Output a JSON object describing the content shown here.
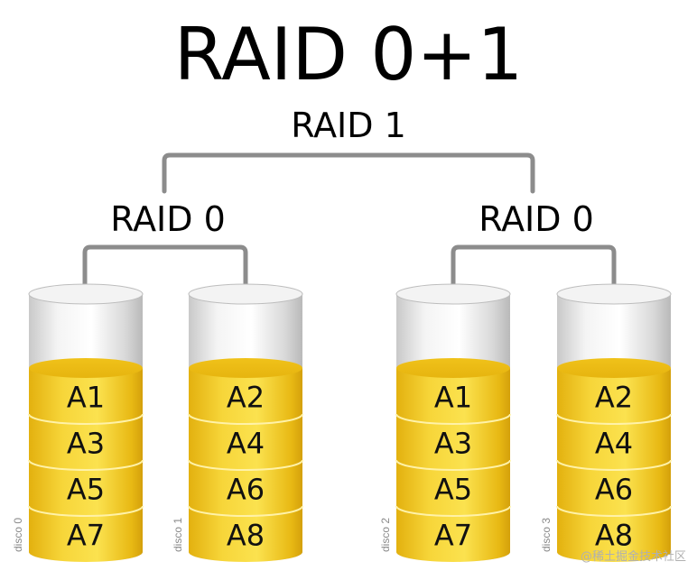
{
  "title": "RAID 0+1",
  "mirror_label": "RAID 1",
  "stripe_groups": [
    {
      "label": "RAID 0"
    },
    {
      "label": "RAID 0"
    }
  ],
  "disks": [
    {
      "name": "disco 0",
      "blocks": [
        "A1",
        "A3",
        "A5",
        "A7"
      ]
    },
    {
      "name": "disco 1",
      "blocks": [
        "A2",
        "A4",
        "A6",
        "A8"
      ]
    },
    {
      "name": "disco 2",
      "blocks": [
        "A1",
        "A3",
        "A5",
        "A7"
      ]
    },
    {
      "name": "disco 3",
      "blocks": [
        "A2",
        "A4",
        "A6",
        "A8"
      ]
    }
  ],
  "watermark": "@稀土掘金技术社区",
  "colors": {
    "connector": "#8c8c8c",
    "data_fill": "#f2c81e",
    "data_shade": "#d9a90c",
    "cylinder_glass": "#e4e4e4"
  }
}
